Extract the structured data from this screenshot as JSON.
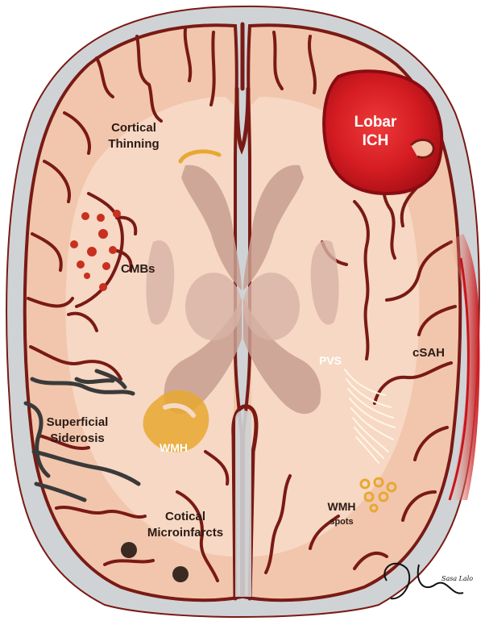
{
  "labels": {
    "cortical_thinning": [
      "Cortical",
      "Thinning"
    ],
    "lobar_ich": [
      "Lobar",
      "ICH"
    ],
    "cmbs": "CMBs",
    "pvs": "PVS",
    "csah": "cSAH",
    "superficial_siderosis": [
      "Superficial",
      "Siderosis"
    ],
    "wmh": "WMH",
    "cotical_microinfarcts": [
      "Cotical",
      "Microinfarcts"
    ],
    "wmh_spots": [
      "WMH",
      "spots"
    ]
  },
  "signature": "Sasa Lalo",
  "colors": {
    "skull": "#cfd3d6",
    "cortex": "#f1c6ad",
    "white_matter": "#f6d9c6",
    "sulci": "#7a1a14",
    "hemorrhage": "#c8141c",
    "hemorrhage_core": "#e23030",
    "microbleed": "#c8301f",
    "siderosis": "#3a3a3a",
    "wmh": "#e8a830",
    "ventricle": "#c89f92",
    "deep_gray": "#d8b3a6",
    "microinfarct": "#3b2a22",
    "pvs": "#fff6e6"
  },
  "icons": [
    "microbleed-dot",
    "microinfarct-dot",
    "wmh-spot",
    "hemorrhage-blob"
  ]
}
